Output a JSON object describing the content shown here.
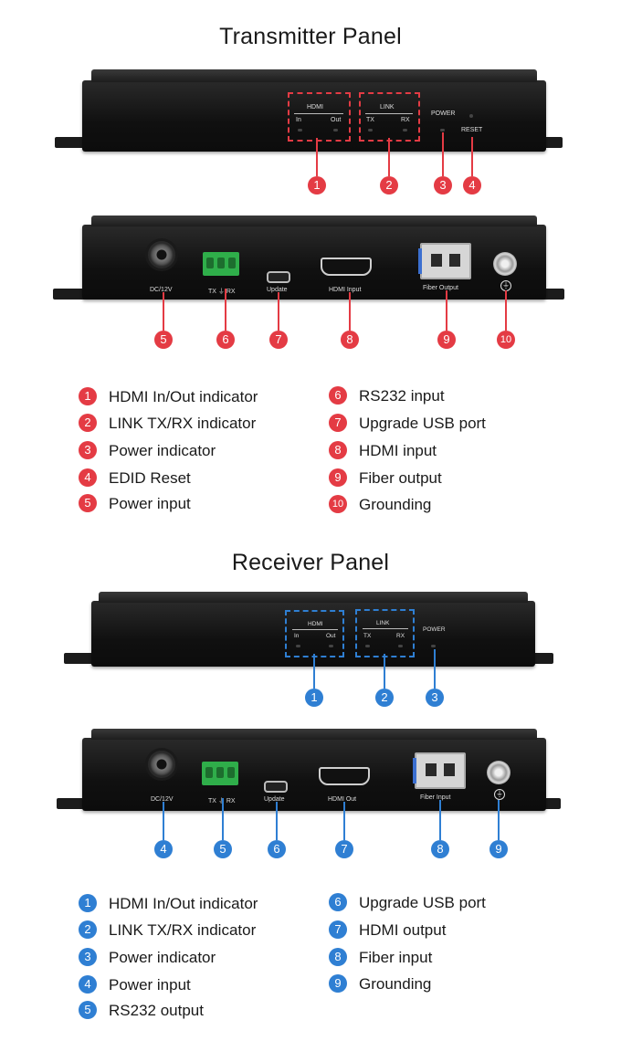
{
  "transmitter": {
    "title": "Transmitter Panel",
    "front": {
      "hdmi_group": "HDMI",
      "hdmi_in": "In",
      "hdmi_out": "Out",
      "link_group": "LINK",
      "link_tx": "TX",
      "link_rx": "RX",
      "power": "POWER",
      "reset": "RESET"
    },
    "rear": {
      "dc": "DC/12V",
      "txrx": "TX ⏚ RX",
      "update": "Update",
      "hdmi": "HDMI Input",
      "fiber": "Fiber Output"
    },
    "callouts": [
      "1",
      "2",
      "3",
      "4",
      "5",
      "6",
      "7",
      "8",
      "9",
      "10"
    ],
    "legend": [
      {
        "num": "1",
        "label": "HDMI In/Out indicator"
      },
      {
        "num": "2",
        "label": "LINK TX/RX indicator"
      },
      {
        "num": "3",
        "label": "Power indicator"
      },
      {
        "num": "4",
        "label": "EDID Reset"
      },
      {
        "num": "5",
        "label": "Power input"
      },
      {
        "num": "6",
        "label": "RS232 input"
      },
      {
        "num": "7",
        "label": "Upgrade USB port"
      },
      {
        "num": "8",
        "label": "HDMI input"
      },
      {
        "num": "9",
        "label": "Fiber output"
      },
      {
        "num": "10",
        "label": "Grounding"
      }
    ],
    "accent": "#e43b44"
  },
  "receiver": {
    "title": "Receiver Panel",
    "front": {
      "hdmi_group": "HDMI",
      "hdmi_in": "In",
      "hdmi_out": "Out",
      "link_group": "LINK",
      "link_tx": "TX",
      "link_rx": "RX",
      "power": "POWER"
    },
    "rear": {
      "dc": "DC/12V",
      "txrx": "TX ⏚ RX",
      "update": "Update",
      "hdmi": "HDMI Out",
      "fiber": "Fiber Input"
    },
    "callouts": [
      "1",
      "2",
      "3",
      "4",
      "5",
      "6",
      "7",
      "8",
      "9"
    ],
    "legend": [
      {
        "num": "1",
        "label": "HDMI In/Out indicator"
      },
      {
        "num": "2",
        "label": "LINK TX/RX indicator"
      },
      {
        "num": "3",
        "label": "Power indicator"
      },
      {
        "num": "4",
        "label": "Power input"
      },
      {
        "num": "5",
        "label": "RS232 output"
      },
      {
        "num": "6",
        "label": "Upgrade USB port"
      },
      {
        "num": "7",
        "label": "HDMI output"
      },
      {
        "num": "8",
        "label": "Fiber input"
      },
      {
        "num": "9",
        "label": "Grounding"
      }
    ],
    "accent": "#2f7fd3"
  }
}
